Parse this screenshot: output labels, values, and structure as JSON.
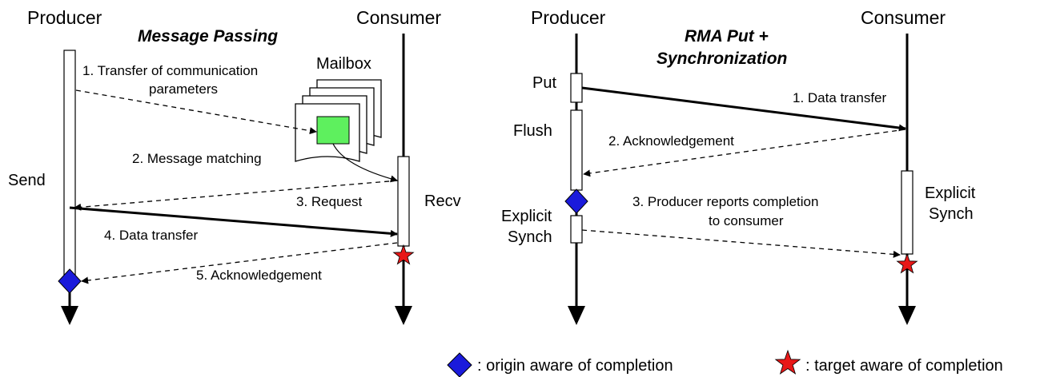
{
  "left": {
    "producer": "Producer",
    "consumer": "Consumer",
    "title": "Message Passing",
    "mailbox": "Mailbox",
    "send": "Send",
    "recv": "Recv",
    "steps": {
      "s1_line1": "1. Transfer of communication",
      "s1_line2": "parameters",
      "s2": "2. Message matching",
      "s3": "3. Request",
      "s4": "4. Data transfer",
      "s5": "5. Acknowledgement"
    }
  },
  "right": {
    "producer": "Producer",
    "consumer": "Consumer",
    "title_line1": "RMA Put +",
    "title_line2": "Synchronization",
    "put": "Put",
    "flush": "Flush",
    "explicit_synch_left_1": "Explicit",
    "explicit_synch_left_2": "Synch",
    "explicit_synch_right_1": "Explicit",
    "explicit_synch_right_2": "Synch",
    "steps": {
      "s1": "1. Data transfer",
      "s2": "2. Acknowledgement",
      "s3_line1": "3. Producer reports completion",
      "s3_line2": "to consumer"
    }
  },
  "legend": {
    "origin": ": origin aware of completion",
    "target": ": target aware of completion"
  },
  "colors": {
    "diamond": "#1a1adb",
    "star": "#e81818",
    "matched_message": "#5ef05e"
  },
  "icons": {
    "origin_marker": "blue-diamond",
    "target_marker": "red-star"
  }
}
